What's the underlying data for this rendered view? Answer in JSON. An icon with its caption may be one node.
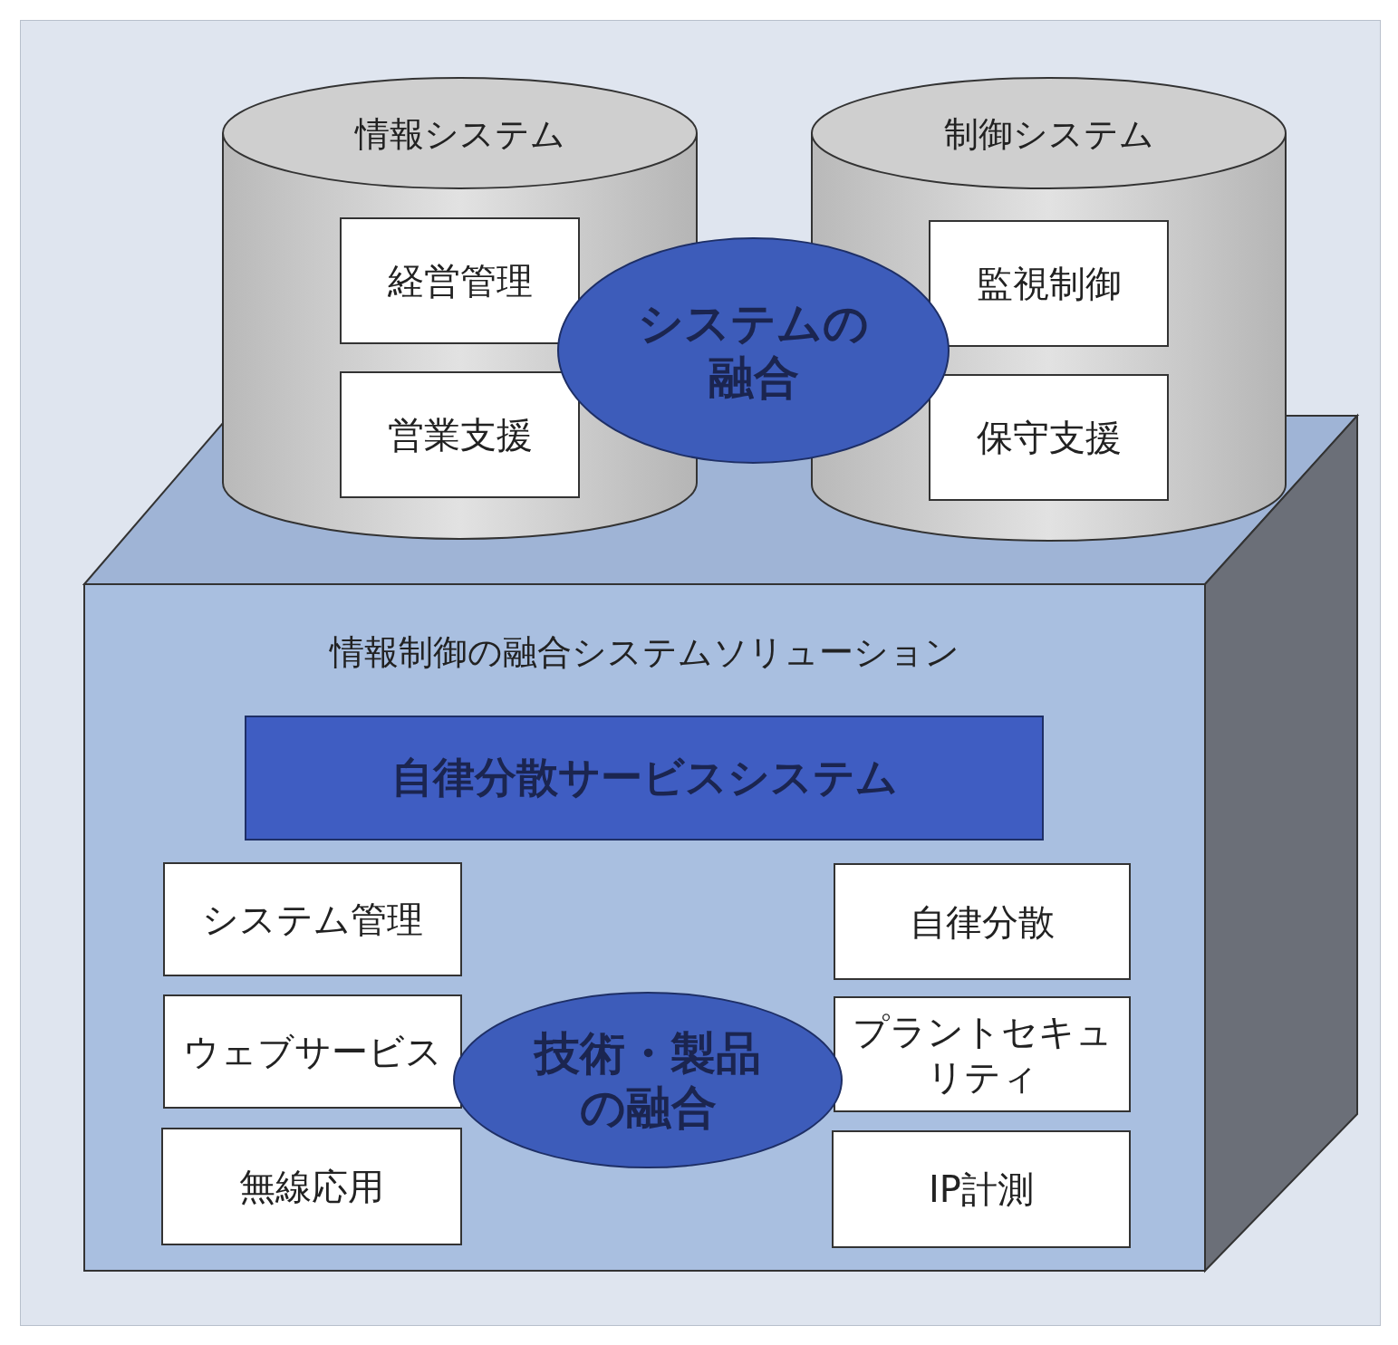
{
  "diagram": {
    "nodes": [
      {
        "text": [
          "情報システム"
        ]
      },
      {
        "text": [
          "経営管理"
        ],
        "in": 0
      },
      {
        "text": [
          "営業支援"
        ],
        "in": 0
      },
      {
        "text": [
          "制御システム"
        ]
      },
      {
        "text": [
          "監視制御"
        ],
        "in": 3
      },
      {
        "text": [
          "保守支援"
        ],
        "in": 3
      },
      {
        "text": [
          "システムの融合"
        ]
      },
      {
        "text": [
          "情報制御の融合システムソリューション"
        ]
      },
      {
        "text": [
          "自律分散サービスシステム"
        ],
        "in": 7
      },
      {
        "text": [
          "システム管理"
        ],
        "in": 7
      },
      {
        "text": [
          "ウェブサービス"
        ],
        "in": 7
      },
      {
        "text": [
          "無線応用"
        ],
        "in": 7
      },
      {
        "text": [
          "技術・製品の融合"
        ],
        "in": 7
      },
      {
        "text": [
          "自律分散"
        ],
        "in": 7
      },
      {
        "text": [
          "プラントセキュリティ"
        ],
        "in": 7
      },
      {
        "text": [
          "IP計測"
        ],
        "in": 7
      }
    ]
  }
}
